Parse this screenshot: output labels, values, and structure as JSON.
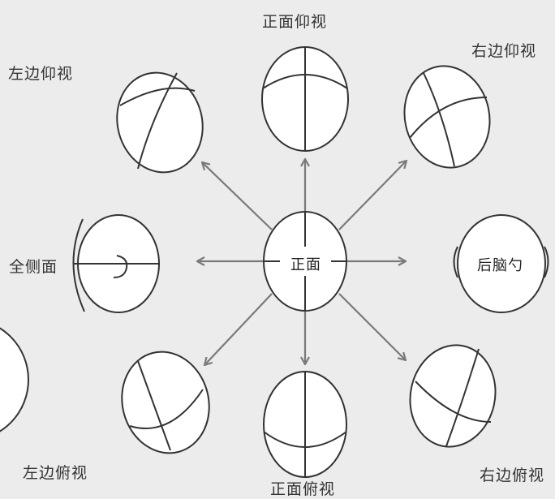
{
  "labels": {
    "front_up": "正面仰视",
    "right_up": "右边仰视",
    "left_up": "左边仰视",
    "full_side": "全侧面",
    "center": "正面",
    "back": "后脑勺",
    "left_down": "左边俯视",
    "front_down": "正面俯视",
    "right_down": "右边俯视"
  },
  "colors": {
    "background": "#ececec",
    "stroke": "#333333",
    "arrow": "#7a7a7a",
    "head_fill": "#ffffff"
  }
}
